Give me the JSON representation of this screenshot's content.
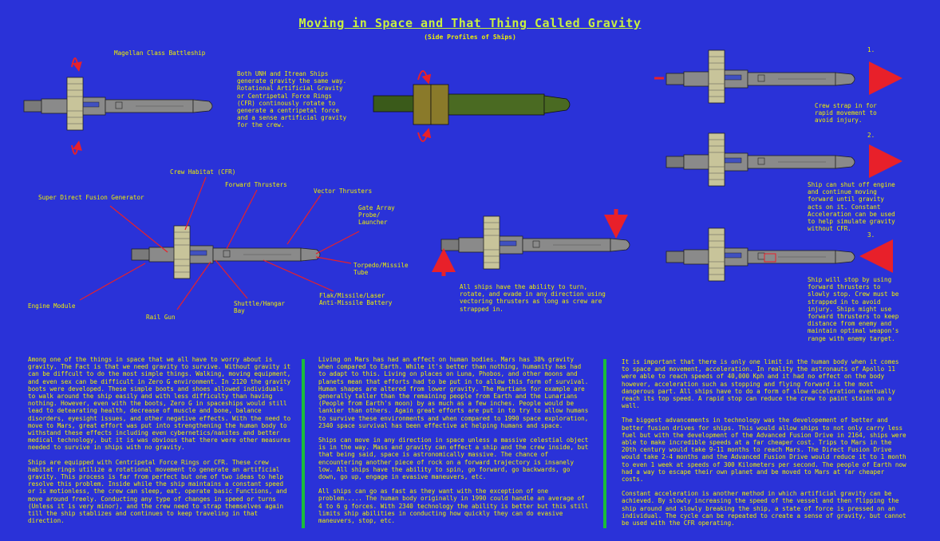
{
  "header": {
    "title": "Moving in Space and That Thing Called Gravity",
    "subtitle": "(Side Profiles of Ships)"
  },
  "labels": {
    "magellan": "Magellan Class Battleship",
    "crew_habitat": "Crew Habitat (CFR)",
    "forward_thrusters": "Forward Thrusters",
    "vector_thrusters": "Vector Thrusters",
    "fusion_generator": "Super Direct Fusion Generator",
    "gate_array": "Gate Array\nProbe/\nLauncher",
    "torpedo": "Torpedo/Missile\nTube",
    "flak": "Flak/Missile/Laser\nAnti-Missile Battery",
    "shuttle_bay": "Shuttle/Hangar\nBay",
    "rail_gun": "Rail Gun",
    "engine_module": "Engine Module"
  },
  "notes": {
    "gravity": "Both UNH and Itrean Ships\ngenerate gravity the same way.\nRotational Artificial Gravity\nor Centripetal Force Rings\n(CFR) continously rotate to\ngenerate a centripetal force\nand a sense artificial gravity\nfor the crew.",
    "vectoring": "All ships have the ability to turn,\nrotate, and evade in any direction using\nvectoring thrusters as long as crew are\nstrapped in.",
    "step1_num": "1.",
    "step1": "Crew strap in for\nrapid movement to\navoid injury.",
    "step2_num": "2.",
    "step2": "Ship can shut off engine\nand continue moving\nforward until gravity\nacts on it. Constant\nAcceleration can be used\nto help simulate gravity\nwithout CFR.",
    "step3_num": "3.",
    "step3": "Ship will stop by using\nforward thrusters to\nslowly stop. Crew must be\nstrapped in to avoid\ninjury. Ships might use\nforward thrusters to keep\ndistance from enemy and\nmaintain optimal weapon's\nrange with enemy target."
  },
  "columns": {
    "left": [
      "Among one of the things in space that we all have to worry about is gravity. The Fact is that we need gravity to survive. Without gravity it can be diffcult to do the most simple things. Walking, moving equipment, and even sex can be difficult in Zero G environment. In 2120 the gravity boots were developed. These simple boots and shoes allowed individuals to walk around the ship easily and with less difficulty than having nothing. However, even with the boots, Zero G in spaceships would still lead to detearating health, decrease of muscle and bone, balance disorders, eyesight issues, and other negative effects. With the need to move to Mars, great effort was put into strengthening the human body to withstand these effects including even cybernetics/nanites and better medical technology, but it is was obvious that there were other measures needed to survive in ships with no gravity.",
      "Ships are equipped with Centripetal Force Rings or CFR. These crew habitat rings utilize a rotational movement to generate an artificial gravity. This process is far from perfect but one of two ideas to help resolve this problem. Inside while the ship maintains a constant speed or is motionless, the crew can sleep, eat, operate basic Functions, and move around freely. Conducting any type of changes in speed or turns (Unless it is very minor), and the crew need to strap themselves again till the ship stablizes and continues to keep traveling in that direction."
    ],
    "middle": [
      "Living on Mars has had an effect on human bodies. Mars has 38% gravity when compared to Earth. While it's better than nothing, humanity has had to adapt to this. Living on places on Luna, Phobos, and other moons and planets mean that efforts had to be put in to allow this form of survival. Human shapes are altered from lower gravity. The Martians for example are generally taller than the remaining people from Earth and the Lunarians (People from Earth's moon) by as much as a few inches. People would be lankier than others. Again great efforts are put in to try to allow humans to survive these environments and when compared to 1990 space exploration, 2340 space survival has been effective at helping humans and space.",
      "Ships can move in any direction in space unless a massive celestial object is in the way. Mass and gravity can effect a ship and the crew inside, but that being said, space is astronomically massive. The chance of encountering another piece of rock on a forward trajectory is insanely low. All ships have the ability to spin, go forward, go backwards, go down, go up, engage in evasive maneuvers, etc.",
      "All ships can go as fast as they want with the exception of one problem.....  The human body originally in 1990 could handle an average of 4 to 6 g forces. With 2340 technology the ability is better but this still limits ship abilities in conducting how quickly they can do evasive maneuvers, stop, etc."
    ],
    "right": [
      "It is important that there is only one limit in the human body when it comes to space and movement, acceleration. In reality the astronauts of Apollo 11 were able to reach speeds of 40,000 Kph and it had no effect on the body however, acceleration such as stopping and flying forward is the most dangerous part. All ships have to do a form of slow acceleration eventually reach its top speed. A rapid stop can reduce the crew to paint stains on a wall.",
      "The biggest advancements in technology was the developement of better and better fusion drives for ships. This would allow ships to not only carry less fuel but with the development of the Advanced Fusion Drive in 2164, ships were able to make incredible speeds at a far cheaper cost. Trips to Mars in the 20th century would take 9-11 months to reach Mars. The Direct Fusion Drive would take 2-4 months and the Advanced Fusion Drive would reduce it to 1 month to even 1 week at speeds of 300 Kilometers per second. The people of Earth now had a way to escape their own planet and be moved to Mars at far cheaper costs.",
      "Constant acceleration is another method in which artificial gravity can be achieved. By slowly increasing the speed of the vessel and then flipping the ship around and slowly breaking the ship, a state of force is pressed on an individual. The cycle can be repeated to create a sense of gravity, but cannot be used with the CFR operating."
    ]
  },
  "colors": {
    "background": "#2a32d8",
    "text": "#f0f000",
    "title": "#c8f040",
    "arrow": "#e8202a",
    "divider": "#1bbd3a",
    "hull": "#8a8a8a",
    "ring": "#c8c49a"
  }
}
